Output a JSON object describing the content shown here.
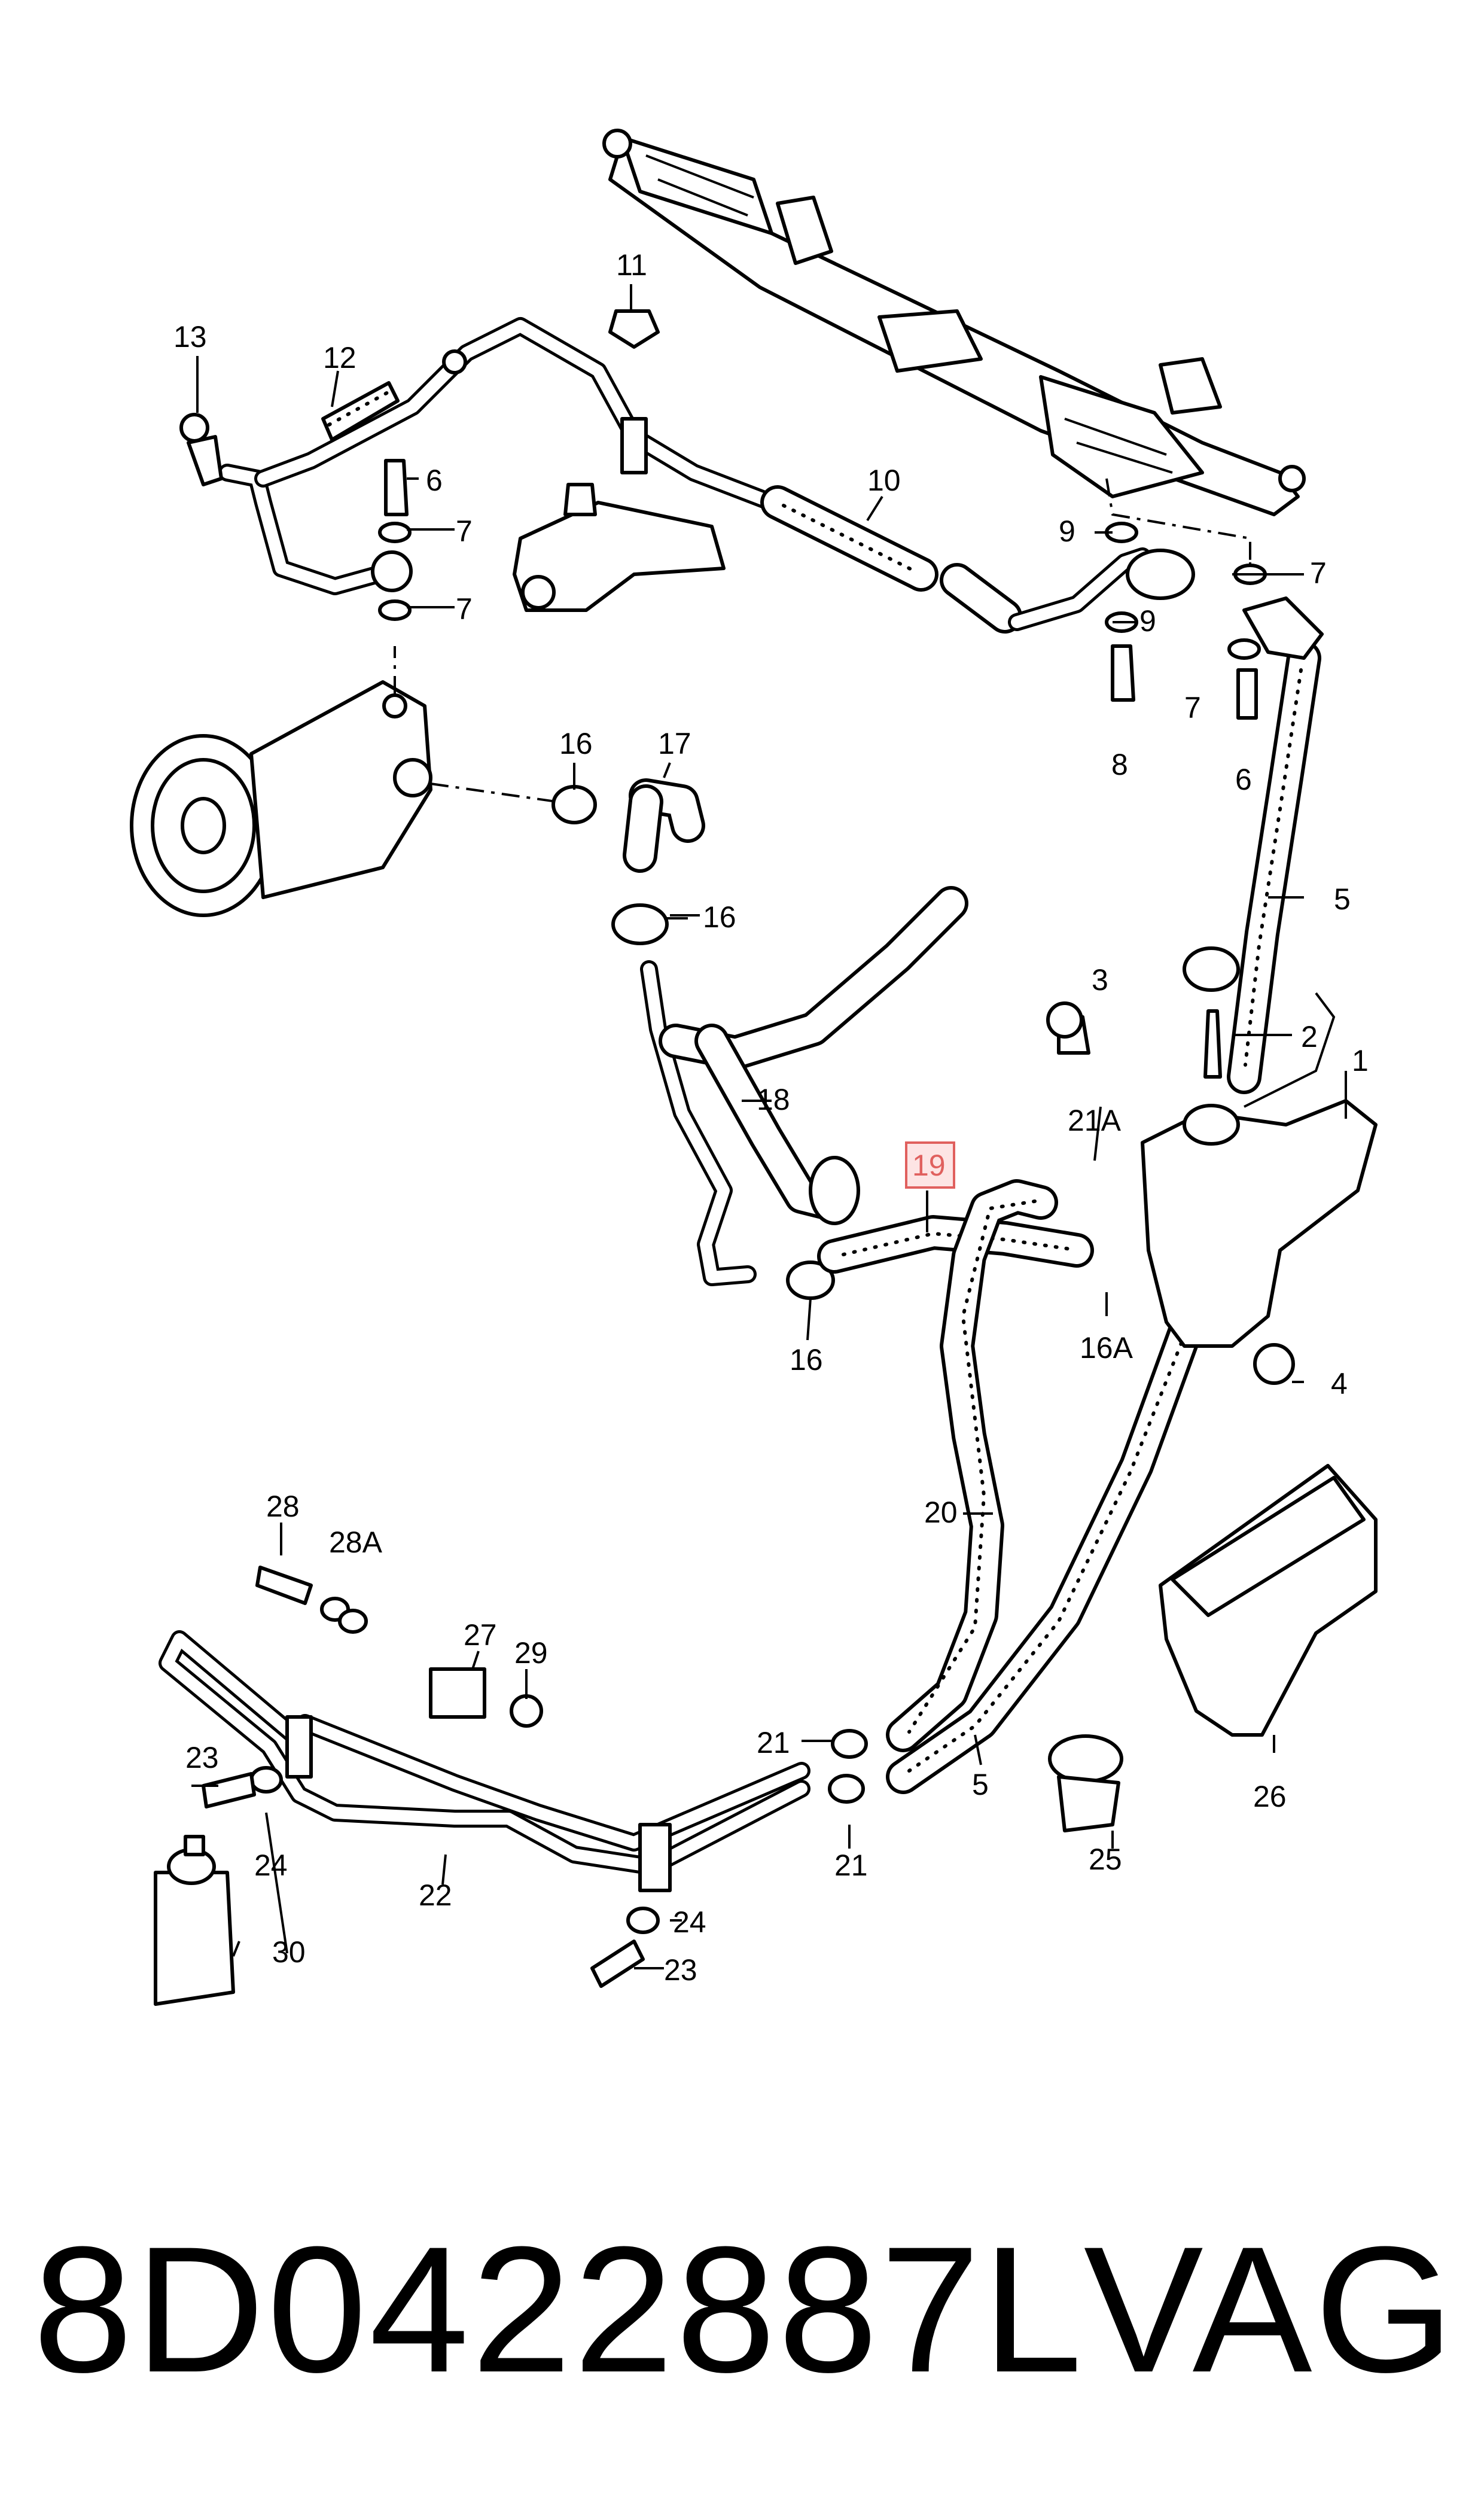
{
  "callouts": {
    "c1": "1",
    "c2": "2",
    "c3": "3",
    "c4": "4",
    "c5a": "5",
    "c5b": "5",
    "c6a": "6",
    "c6b": "6",
    "c7a": "7",
    "c7b": "7",
    "c7c": "7",
    "c7d": "7",
    "c8": "8",
    "c9a": "9",
    "c9b": "9",
    "c10": "10",
    "c11": "11",
    "c12": "12",
    "c13": "13",
    "c16a": "16",
    "c16b": "16",
    "c16c": "16",
    "c16A": "16A",
    "c17": "17",
    "c18": "18",
    "c19": "19",
    "c20": "20",
    "c21a": "21",
    "c21b": "21",
    "c21A": "21A",
    "c22": "22",
    "c23a": "23",
    "c23b": "23",
    "c24a": "24",
    "c24b": "24",
    "c25": "25",
    "c26": "26",
    "c27": "27",
    "c28": "28",
    "c28A": "28A",
    "c29": "29",
    "c30": "30"
  },
  "highlight": {
    "part": "19",
    "color": "#e0605e",
    "fill": "#fde4e4"
  },
  "footer": {
    "part_number": "8D0422887L",
    "brand": "VAG"
  }
}
